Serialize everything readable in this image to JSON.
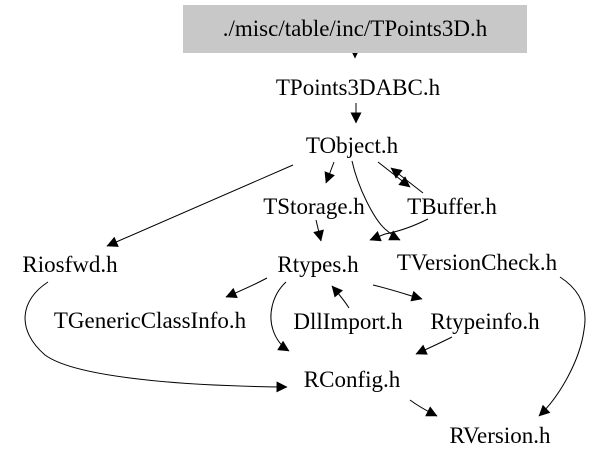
{
  "diagram": {
    "title": "Include dependency graph for TPoints3D.h",
    "type": "include-dependency-graph",
    "root": "./misc/table/inc/TPoints3D.h",
    "colors": {
      "background": "#ffffff",
      "root_node_fill": "#c8c8c8",
      "edge": "#000000",
      "text": "#000000"
    },
    "nodes": [
      {
        "label": "./misc/table/inc/TPoints3D.h"
      },
      {
        "label": "TPoints3DABC.h"
      },
      {
        "label": "TObject.h"
      },
      {
        "label": "TStorage.h"
      },
      {
        "label": "TBuffer.h"
      },
      {
        "label": "Riosfwd.h"
      },
      {
        "label": "Rtypes.h"
      },
      {
        "label": "TVersionCheck.h"
      },
      {
        "label": "TGenericClassInfo.h"
      },
      {
        "label": "DllImport.h"
      },
      {
        "label": "Rtypeinfo.h"
      },
      {
        "label": "RConfig.h"
      },
      {
        "label": "RVersion.h"
      }
    ],
    "edges": [
      {
        "from": "./misc/table/inc/TPoints3D.h",
        "to": "TPoints3DABC.h"
      },
      {
        "from": "TPoints3DABC.h",
        "to": "TObject.h"
      },
      {
        "from": "TObject.h",
        "to": "Riosfwd.h"
      },
      {
        "from": "TObject.h",
        "to": "TStorage.h"
      },
      {
        "from": "TObject.h",
        "to": "TBuffer.h"
      },
      {
        "from": "TBuffer.h",
        "to": "TObject.h"
      },
      {
        "from": "TObject.h",
        "to": "TVersionCheck.h"
      },
      {
        "from": "TStorage.h",
        "to": "Rtypes.h"
      },
      {
        "from": "TBuffer.h",
        "to": "Rtypes.h"
      },
      {
        "from": "DllImport.h",
        "to": "Rtypes.h"
      },
      {
        "from": "Rtypes.h",
        "to": "TGenericClassInfo.h"
      },
      {
        "from": "Rtypes.h",
        "to": "Rtypeinfo.h"
      },
      {
        "from": "Rtypes.h",
        "to": "RConfig.h"
      },
      {
        "from": "Riosfwd.h",
        "to": "RConfig.h"
      },
      {
        "from": "Rtypeinfo.h",
        "to": "RConfig.h"
      },
      {
        "from": "RConfig.h",
        "to": "RVersion.h"
      },
      {
        "from": "TVersionCheck.h",
        "to": "RVersion.h"
      }
    ]
  }
}
